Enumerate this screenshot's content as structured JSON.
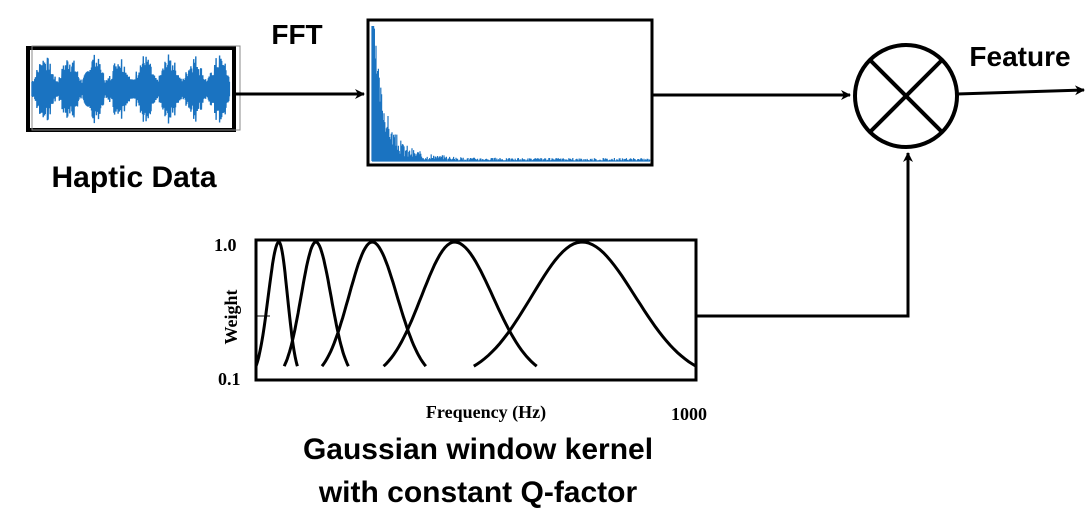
{
  "labels": {
    "haptic_data": "Haptic Data",
    "fft": "FFT",
    "feature": "Feature",
    "kernel_line1": "Gaussian window kernel",
    "kernel_line2": "with constant Q-factor"
  },
  "kernel_plot": {
    "y_label": "Weight",
    "x_label": "Frequency (Hz)",
    "y_tick_top": "1.0",
    "y_tick_bottom": "0.1",
    "x_tick_right": "1000",
    "ylim": [
      0.1,
      1.0
    ],
    "bands": [
      {
        "start": 0.0,
        "peak": 0.052,
        "end": 0.094
      },
      {
        "start": 0.064,
        "peak": 0.136,
        "end": 0.21
      },
      {
        "start": 0.15,
        "peak": 0.264,
        "end": 0.386
      },
      {
        "start": 0.29,
        "peak": 0.451,
        "end": 0.638
      },
      {
        "start": 0.495,
        "peak": 0.741,
        "end": 1.0
      }
    ]
  },
  "colors": {
    "signal": "#1a73c1",
    "line": "#000000",
    "background": "#ffffff"
  },
  "icons": {
    "multiplier": "circled-times-icon"
  }
}
